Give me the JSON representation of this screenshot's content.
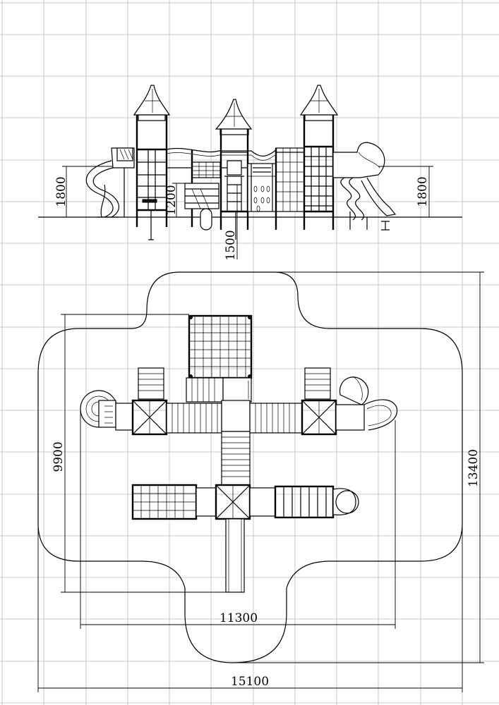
{
  "elevation": {
    "height_left": "1800",
    "height_right": "1800",
    "platform_height": "1200",
    "depth": "1500"
  },
  "plan": {
    "inner_length": "11300",
    "inner_width": "9900",
    "overall_length": "15100",
    "overall_width": "13400"
  },
  "colors": {
    "line": "#000000",
    "grid": "#c8c8c8",
    "background": "#ffffff"
  }
}
